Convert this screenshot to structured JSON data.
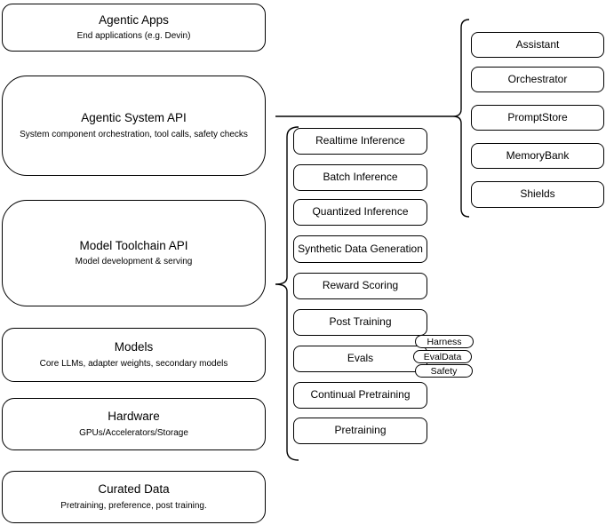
{
  "diagram": {
    "left_stack": [
      {
        "title": "Agentic Apps",
        "subtitle": "End applications (e.g. Devin)"
      },
      {
        "title": "Agentic System API",
        "subtitle": "System component orchestration, tool calls, safety checks"
      },
      {
        "title": "Model Toolchain API",
        "subtitle": "Model development & serving"
      },
      {
        "title": "Models",
        "subtitle": "Core LLMs, adapter weights, secondary models"
      },
      {
        "title": "Hardware",
        "subtitle": "GPUs/Accelerators/Storage"
      },
      {
        "title": "Curated Data",
        "subtitle": "Pretraining, preference, post training."
      }
    ],
    "toolchain_items": [
      "Realtime Inference",
      "Batch Inference",
      "Quantized Inference",
      "Synthetic Data Generation",
      "Reward Scoring",
      "Post Training",
      "Evals",
      "Continual Pretraining",
      "Pretraining"
    ],
    "eval_tags": [
      "Harness",
      "EvalData",
      "Safety"
    ],
    "system_components": [
      "Assistant",
      "Orchestrator",
      "PromptStore",
      "MemoryBank",
      "Shields"
    ],
    "colors": {
      "border": "#000000",
      "fill": "#ffffff",
      "text": "#000000",
      "connector": "#000000"
    }
  }
}
